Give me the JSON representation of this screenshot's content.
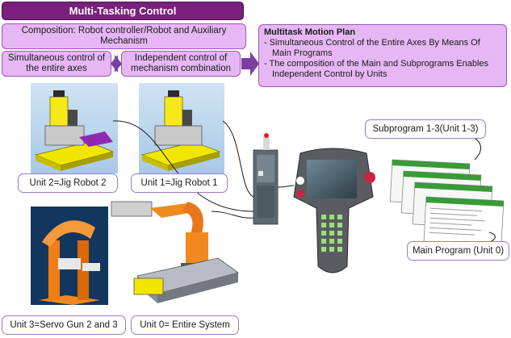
{
  "title": "Multi-Tasking Control",
  "composition": "Composition: Robot controller/Robot and Auxiliary Mechanism",
  "simultaneous": "Simultaneous control of the entire axes",
  "independent": "Independent control of mechanism combination",
  "plan": {
    "heading": "Multitask Motion Plan",
    "lines": [
      "- Simultaneous Control of the Entire Axes By Means Of Main Programs",
      "- The composition of the Main and Subprograms Enables Independent Control by Units"
    ]
  },
  "units": {
    "unit2": "Unit 2=Jig Robot 2",
    "unit1": "Unit 1=Jig Robot 1",
    "unit3": "Unit 3=Servo Gun 2 and 3",
    "unit0": "Unit 0= Entire System",
    "subprogram": "Subprogram 1-3(Unit 1-3)",
    "main_program": "Main Program (Unit 0)"
  },
  "colors": {
    "title_bg": "#7b1f7c",
    "box_bg": "#e6b7f4",
    "arrow": "#7b3fa0"
  }
}
